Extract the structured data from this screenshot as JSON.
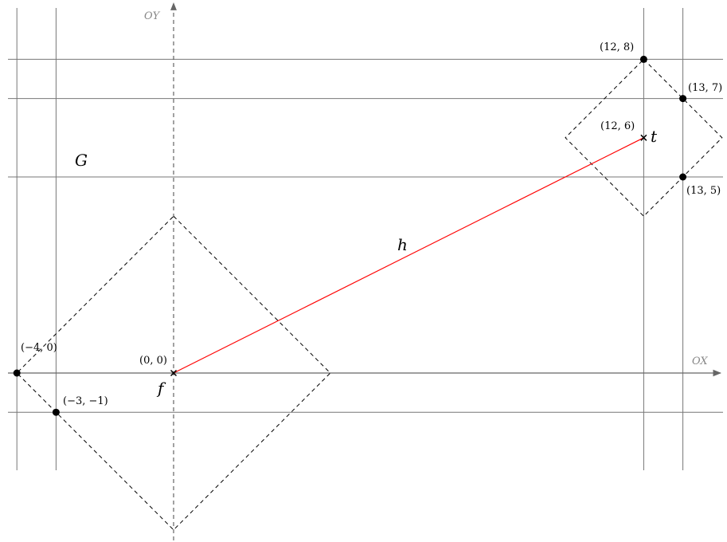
{
  "axes": {
    "x_label": "OX",
    "y_label": "OY",
    "color": "#666666"
  },
  "grid": {
    "vertical_lines_x": [
      -4,
      -3,
      12,
      13
    ],
    "horizontal_lines_y": [
      8,
      7,
      5,
      -1
    ],
    "color": "#777777"
  },
  "diamonds": [
    {
      "name": "diamond-around-f",
      "center": [
        0,
        0
      ],
      "radius": 4
    },
    {
      "name": "diamond-around-t",
      "center": [
        12,
        6
      ],
      "radius": 2
    }
  ],
  "segment": {
    "from": [
      0,
      0
    ],
    "to": [
      12,
      6
    ],
    "color": "#ff0000",
    "label": "h"
  },
  "markers": [
    {
      "name": "f",
      "at": [
        0,
        0
      ],
      "label": "f",
      "coord_label": "(0, 0)"
    },
    {
      "name": "t",
      "at": [
        12,
        6
      ],
      "label": "t",
      "coord_label": "(12, 6)"
    }
  ],
  "points": [
    {
      "name": "p-neg4-0",
      "at": [
        -4,
        0
      ],
      "label": "(−4, 0)"
    },
    {
      "name": "p-neg3-neg1",
      "at": [
        -3,
        -1
      ],
      "label": "(−3, −1)"
    },
    {
      "name": "p-12-8",
      "at": [
        12,
        8
      ],
      "label": "(12, 8)"
    },
    {
      "name": "p-13-7",
      "at": [
        13,
        7
      ],
      "label": "(13, 7)"
    },
    {
      "name": "p-13-5",
      "at": [
        13,
        5
      ],
      "label": "(13, 5)"
    }
  ],
  "region_label": "G"
}
